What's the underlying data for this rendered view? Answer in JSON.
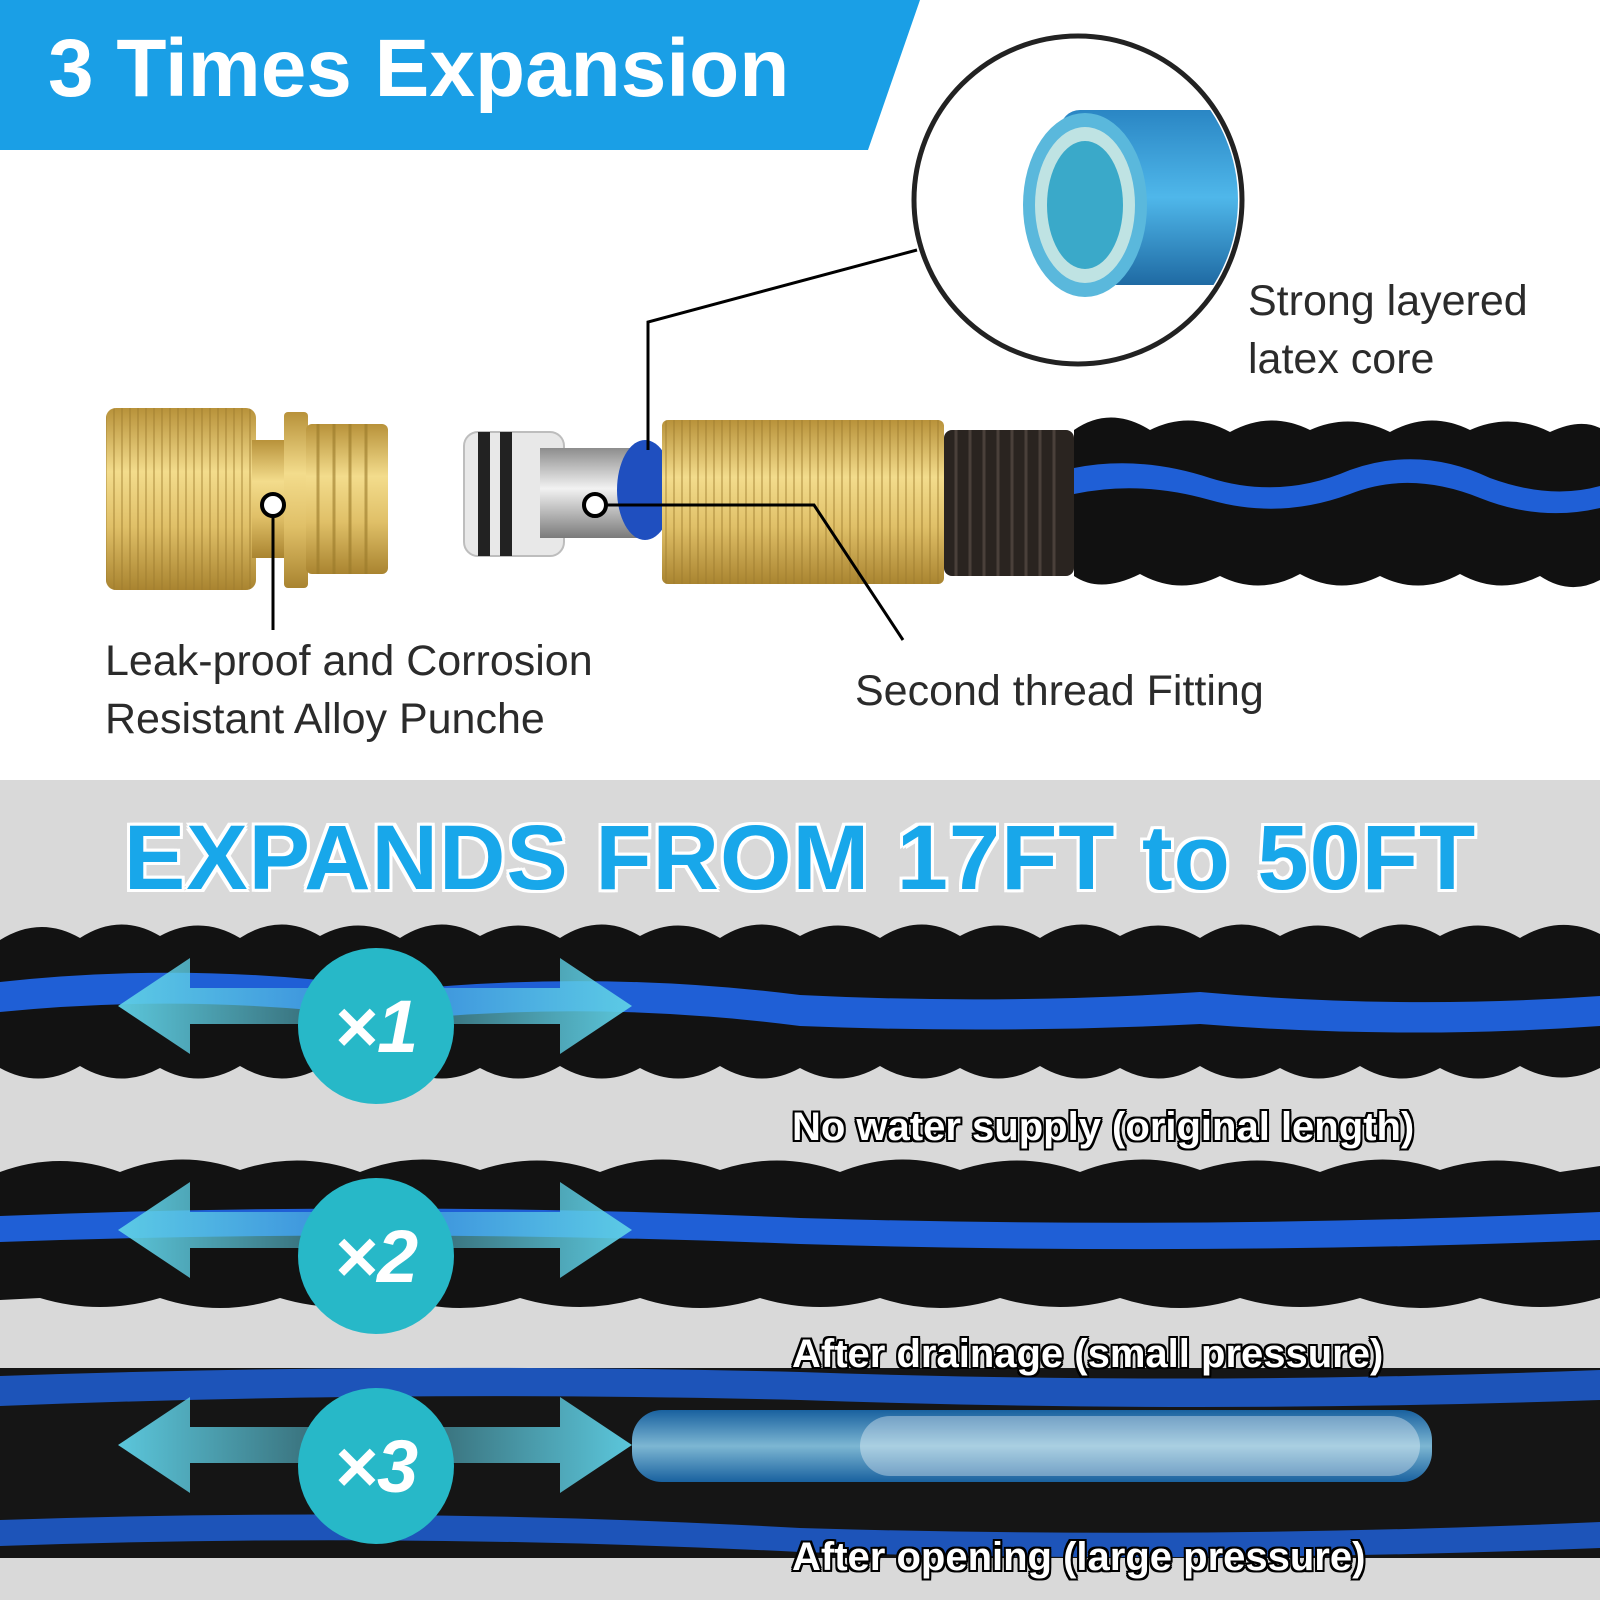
{
  "header": {
    "title": "3 Times Expansion",
    "accent_color": "#1a9fe6"
  },
  "features": {
    "core": "Strong layered\nlatex core",
    "core_line1": "Strong layered",
    "core_line2": "latex core",
    "punch_line1": "Leak-proof and Corrosion",
    "punch_line2": "Resistant Alloy Punche",
    "thread": "Second thread Fitting"
  },
  "headline": "EXPANDS FROM 17FT to 50FT",
  "stages": [
    {
      "badge": "×1",
      "caption": "No water supply (original length)"
    },
    {
      "badge": "×2",
      "caption": "After drainage (small pressure)"
    },
    {
      "badge": "×3",
      "caption": "After opening (large pressure)"
    }
  ],
  "colors": {
    "headline": "#18a7ea",
    "badge": "#27b8c8",
    "hose_black": "#111111",
    "hose_blue": "#1f5fd6",
    "brass": "#d9b85a",
    "background_lower": "#d9d9d9"
  },
  "icons": [
    "expand-arrows-icon",
    "magnifier-circle-icon"
  ]
}
